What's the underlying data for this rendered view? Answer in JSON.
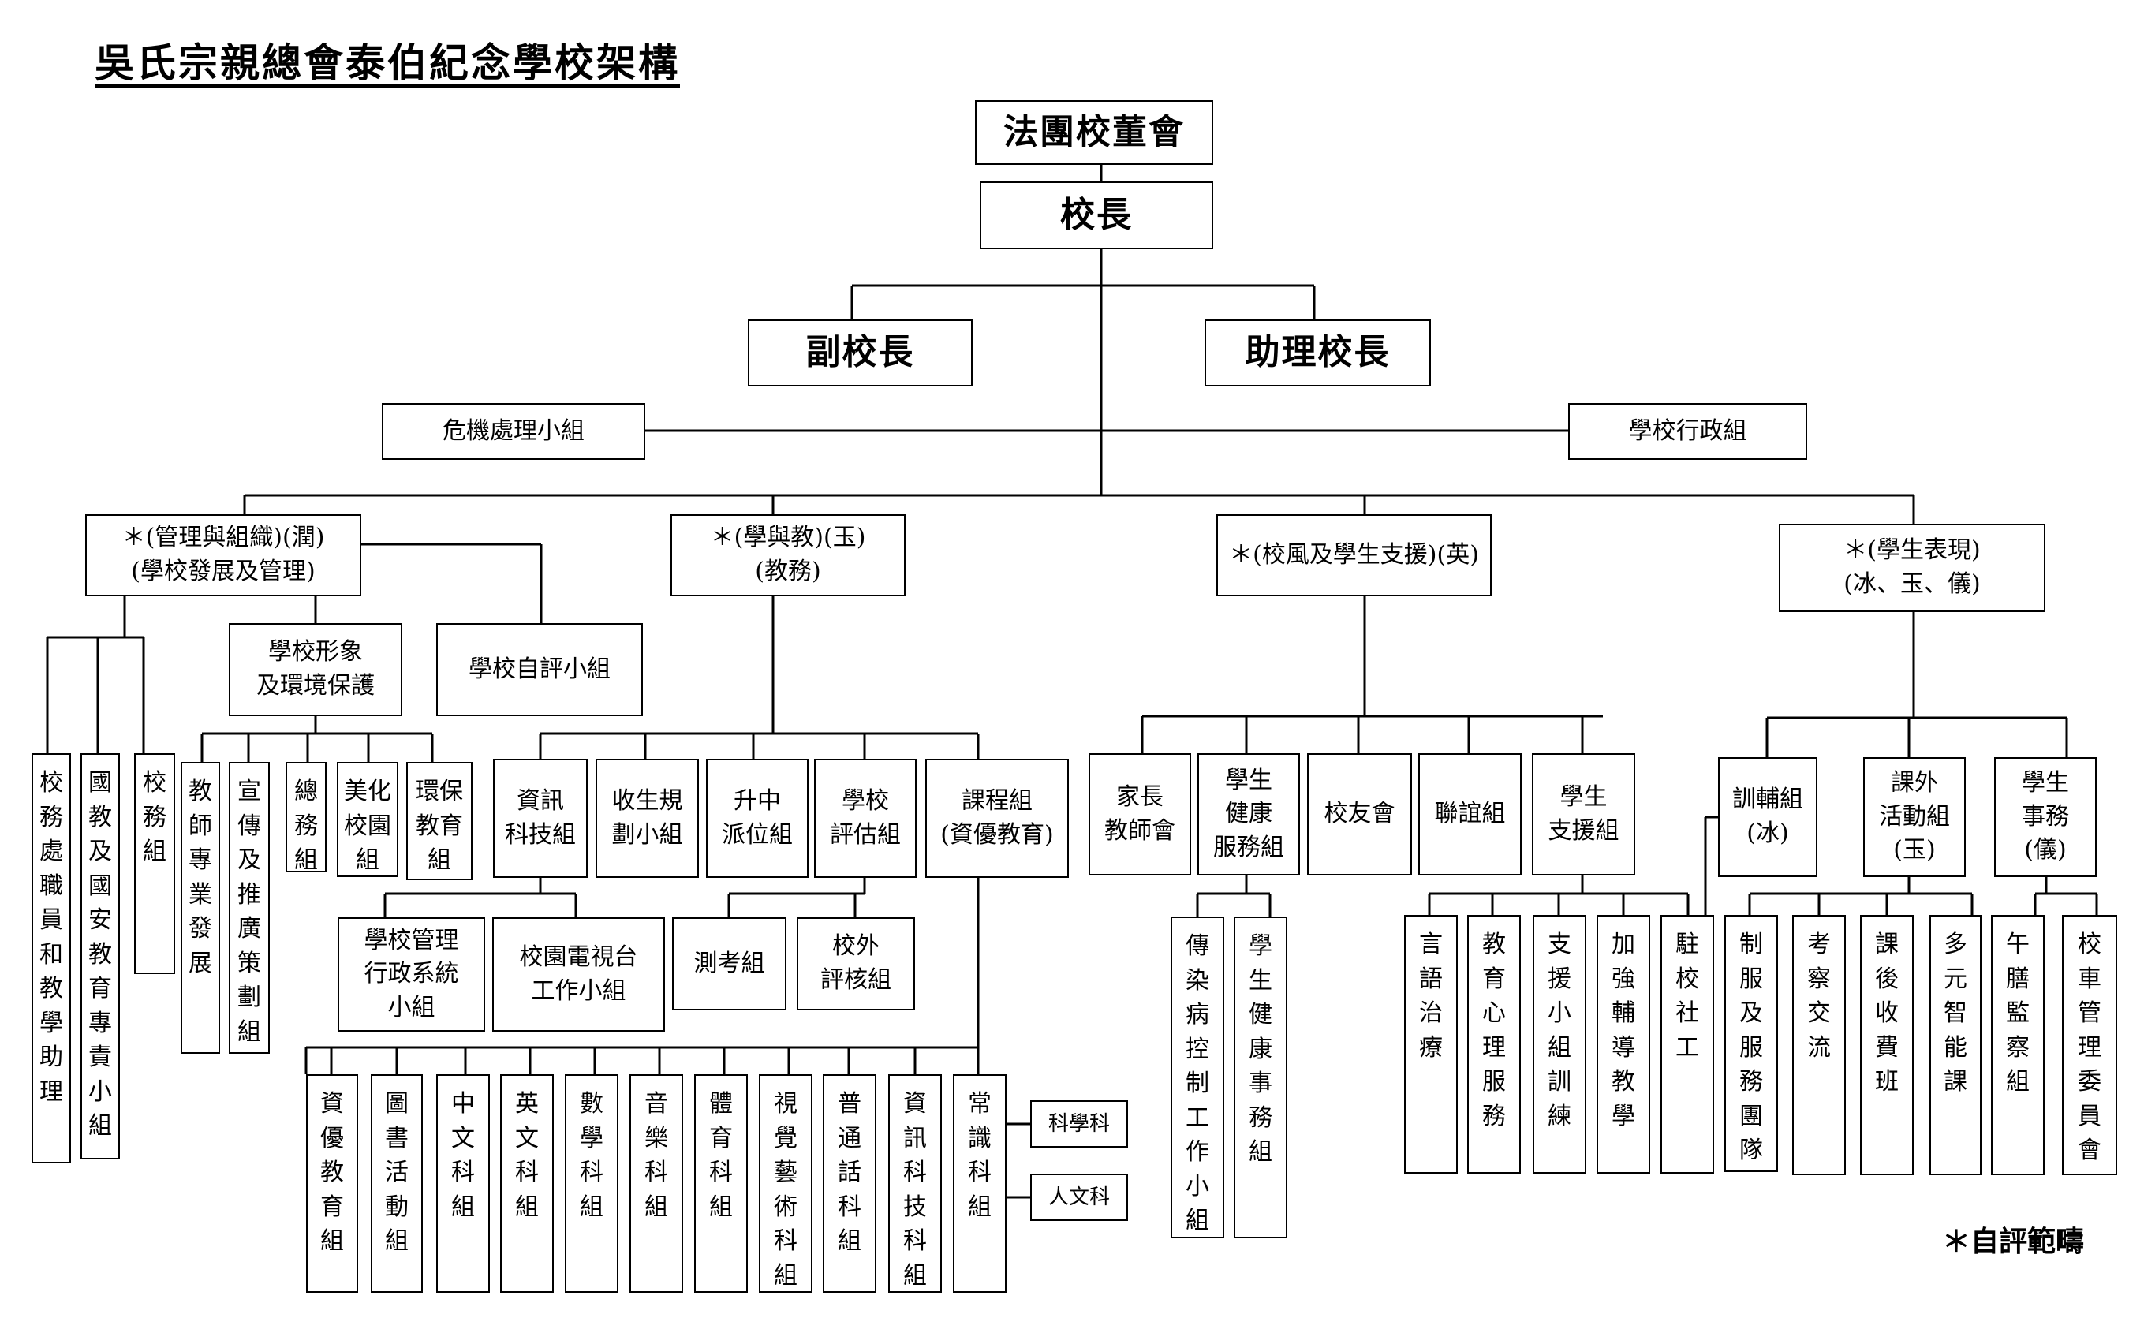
{
  "title": "吳氏宗親總會泰伯紀念學校架構",
  "legend": "＊自評範疇",
  "nodes": {
    "board": "法團校董會",
    "principal": "校長",
    "vice_principal": "副校長",
    "assistant_principal": "助理校長",
    "crisis_team": "危機處理小組",
    "admin_team": "學校行政組",
    "domain_mgmt": "＊(管理與組織)(潤)\n(學校發展及管理)",
    "domain_learning": "＊(學與教)(玉)\n(教務)",
    "domain_ethos": "＊(校風及學生支援)(英)",
    "domain_performance": "＊(學生表現)\n(冰、玉、儀)",
    "image_env": "學校形象\n及環境保護",
    "self_eval": "學校自評小組",
    "office_staff": "校務處職員和教學助理",
    "nsed_team": "國教及國安教育專責小組",
    "school_affairs": "校務組",
    "teacher_dev": "教師專業發展",
    "promo": "宣傳及推廣策劃組",
    "general_affairs": "總務組",
    "campus_beautify": "美化校園組",
    "env_edu": "環保教育組",
    "it_team": "資訊\n科技組",
    "admission": "收生規\n劃小組",
    "secondary_placement": "升中\n派位組",
    "school_eval": "學校\n評估組",
    "curriculum": "課程組\n(資優教育)",
    "sams": "學校管理\n行政系統\n小組",
    "campus_tv": "校園電視台\n工作小組",
    "assessment": "測考組",
    "external_review": "校外\n評核組",
    "gifted": "資優教育組",
    "library": "圖書活動組",
    "chinese": "中文科組",
    "english": "英文科組",
    "math": "數學科組",
    "music": "音樂科組",
    "pe": "體育科組",
    "visual_arts": "視覺藝術科組",
    "putonghua": "普通話科組",
    "ict": "資訊科技科組",
    "general_studies": "常識科組",
    "science": "科學科",
    "humanities": "人文科",
    "pta": "家長\n教師會",
    "health_service": "學生\n健康\n服務組",
    "alumni": "校友會",
    "liaison": "聯誼組",
    "student_support": "學生\n支援組",
    "pandemic": "傳染病控制工作小組",
    "student_health": "學生健康事務組",
    "speech": "言語治療",
    "edu_psych": "教育心理服務",
    "support_training": "支援小組訓練",
    "remedial": "加強輔導教學",
    "social_worker": "駐校社工",
    "guidance": "訓輔組\n(冰)",
    "extracurricular": "課外\n活動組\n(玉)",
    "student_affairs": "學生\n事務\n(儀)",
    "uniform": "制服及服務團隊",
    "exchange": "考察交流",
    "after_school_fee": "課後收費班",
    "multi_intel": "多元智能課",
    "lunch": "午膳監察組",
    "school_bus": "校車管理委員會"
  }
}
